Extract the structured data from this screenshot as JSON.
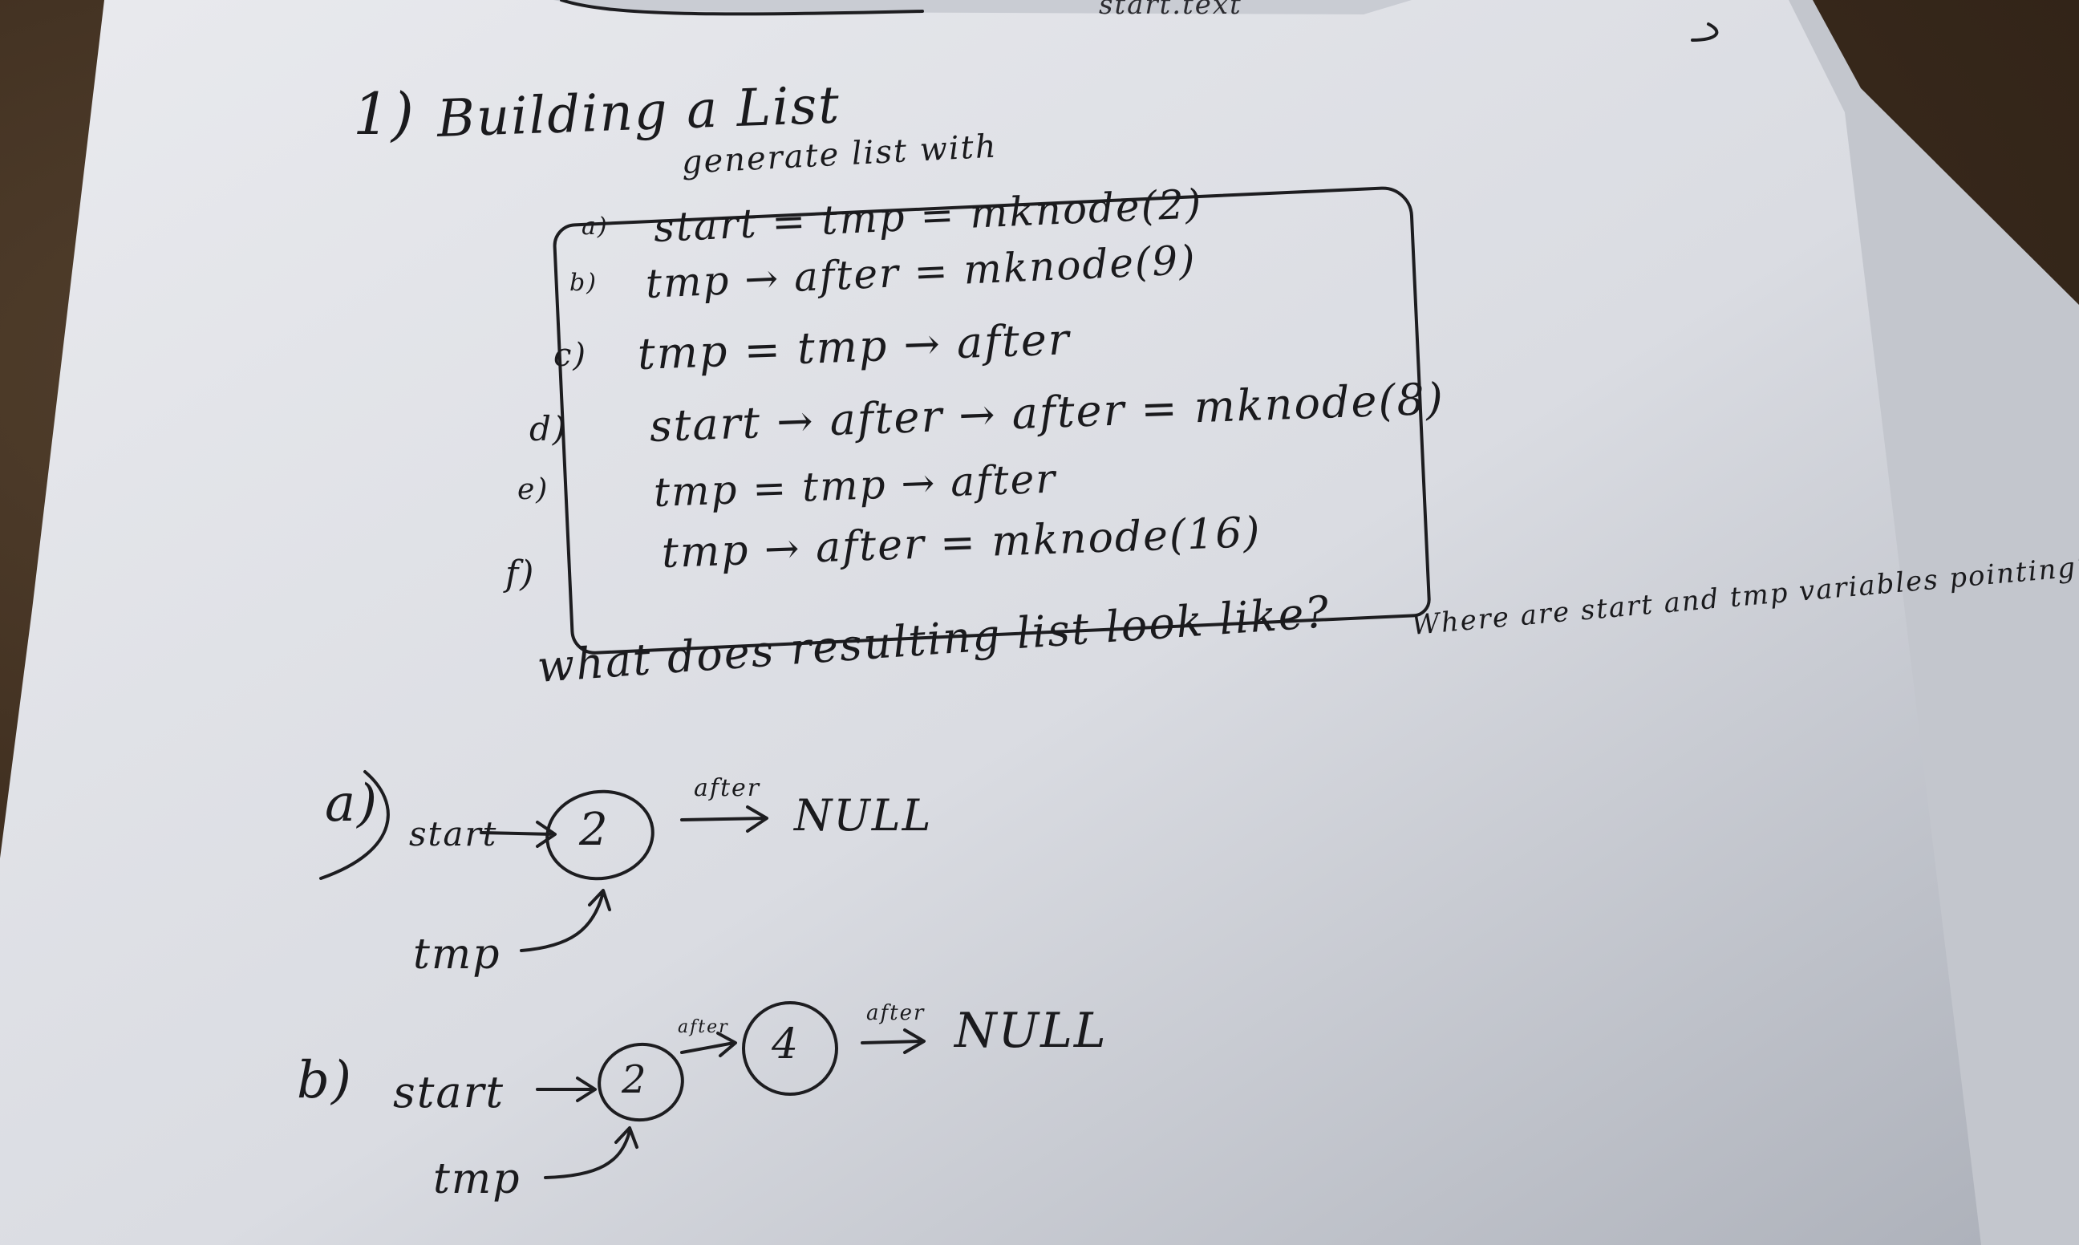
{
  "heading": {
    "number": "1)",
    "title": "Building a List",
    "subtitle": "generate list with"
  },
  "code_lines": [
    {
      "label": "a)",
      "code": "start = tmp = mknode(2)"
    },
    {
      "label": "b)",
      "code": "tmp → after = mknode(9)"
    },
    {
      "label": "c)",
      "code": "tmp = tmp → after"
    },
    {
      "label": "d)",
      "code": "start → after → after = mknode(8)"
    },
    {
      "label": "e)",
      "code": "tmp = tmp → after"
    },
    {
      "label": "f)",
      "code": "tmp → after = mknode(16)"
    }
  ],
  "questions": {
    "main": "what does resulting list look like?",
    "side": "Where are start and tmp variables pointing?"
  },
  "diagrams": {
    "a": {
      "label": "a)",
      "start": "start",
      "tmp": "tmp",
      "node": "2",
      "link": "after",
      "end": "NULL"
    },
    "b": {
      "label": "b)",
      "start": "start",
      "tmp": "tmp",
      "node1": "2",
      "link1": "after",
      "node2": "4",
      "link2": "after",
      "end": "NULL"
    }
  },
  "top_fragment": "start.text",
  "colors": {
    "paper": "#dfe1e6",
    "paper_shadow": "#b9bcc4",
    "ink": "#1a1a1d",
    "wood": "#3b2c1f"
  }
}
